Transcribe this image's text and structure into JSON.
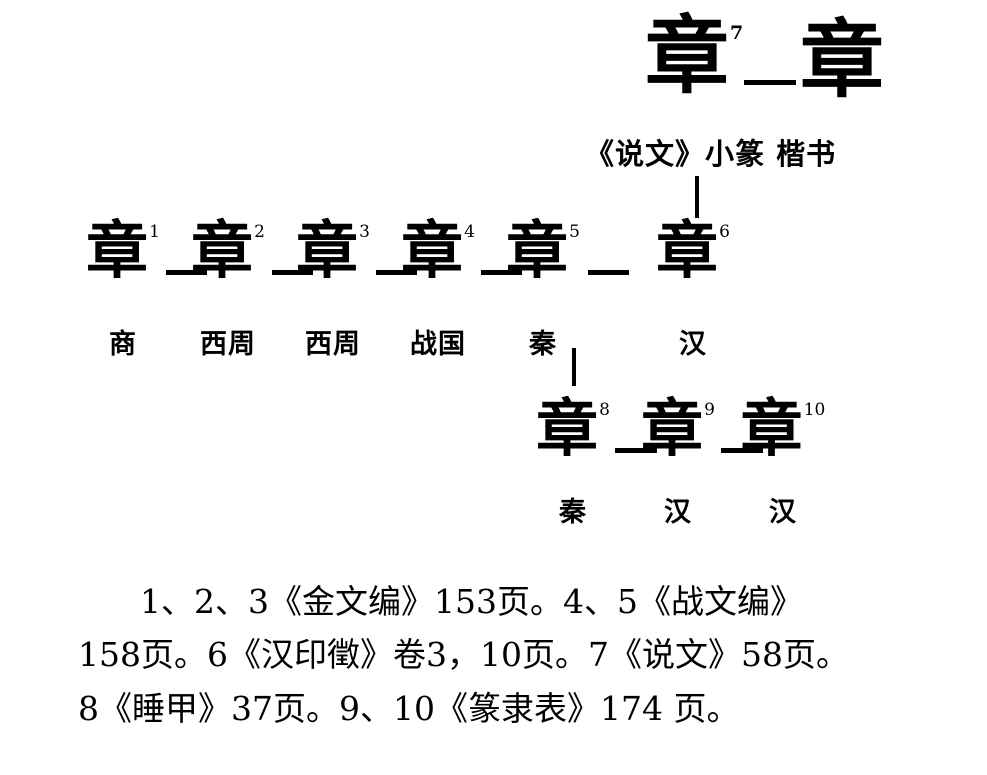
{
  "figure": {
    "subject_character": "章",
    "description": "Evolution chart of the Chinese character 章 across historical periods"
  },
  "top_group": {
    "label": "《说文》小篆  楷书",
    "glyphs": [
      {
        "id": "seal-script",
        "char": "章",
        "sup": "7",
        "style": "小篆"
      },
      {
        "id": "regular-script",
        "char": "章",
        "sup": "",
        "style": "楷书"
      }
    ],
    "connector": "—"
  },
  "main_row": {
    "glyphs": [
      {
        "char": "章",
        "sup": "1",
        "era": "商"
      },
      {
        "char": "章",
        "sup": "2",
        "era": "西周"
      },
      {
        "char": "章",
        "sup": "3",
        "era": "西周"
      },
      {
        "char": "章",
        "sup": "4",
        "era": "战国"
      },
      {
        "char": "章",
        "sup": "5",
        "era": "秦"
      },
      {
        "char": "章",
        "sup": "6",
        "era": "汉"
      }
    ]
  },
  "bottom_row": {
    "glyphs": [
      {
        "char": "章",
        "sup": "8",
        "era": "秦"
      },
      {
        "char": "章",
        "sup": "9",
        "era": "汉"
      },
      {
        "char": "章",
        "sup": "10",
        "era": "汉"
      }
    ]
  },
  "caption": {
    "lines": [
      "1、2、3《金文编》153页。4、5《战文编》",
      "158页。6《汉印徵》卷3，10页。7《说文》58页。",
      "8《睡甲》37页。9、10《篆隶表》174 页。"
    ]
  },
  "colors": {
    "ink": "#000000",
    "paper": "#ffffff"
  }
}
